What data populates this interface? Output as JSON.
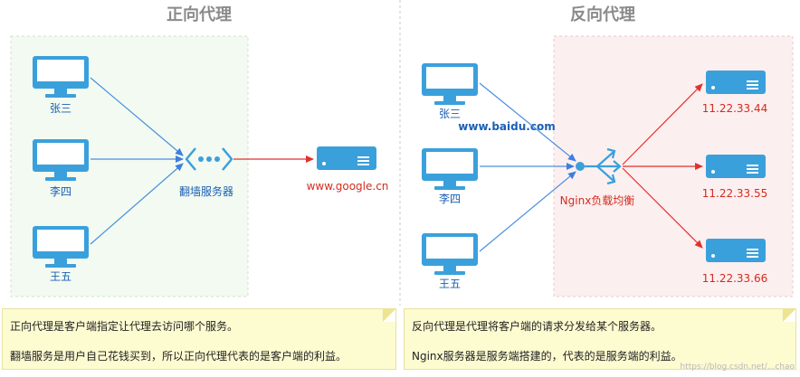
{
  "forward": {
    "title": "正向代理",
    "clients": [
      "张三",
      "李四",
      "王五"
    ],
    "proxy_label": "翻墙服务器",
    "server_label": "www.google.cn"
  },
  "reverse": {
    "title": "反向代理",
    "clients": [
      "张三",
      "李四",
      "王五"
    ],
    "domain_label": "www.baidu.com",
    "proxy_label": "Nginx负载均衡",
    "servers": [
      "11.22.33.44",
      "11.22.33.55",
      "11.22.33.66"
    ]
  },
  "notes": {
    "left": [
      "正向代理是客户端指定让代理去访问哪个服务。",
      "翻墙服务是用户自己花钱买到，所以正向代理代表的是客户端的利益。"
    ],
    "right": [
      "反向代理是代理将客户端的请求分发给某个服务器。",
      "Nginx服务器是服务端搭建的，代表的是服务端的利益。"
    ]
  },
  "watermark": "https://blog.csdn.net/...chao",
  "colors": {
    "monitor": "#3aa0dc",
    "client_arrow": "#4a8fe0",
    "server_arrow": "#e0322c",
    "blue_text": "#1a5fb4",
    "red_text": "#d42b1f"
  }
}
